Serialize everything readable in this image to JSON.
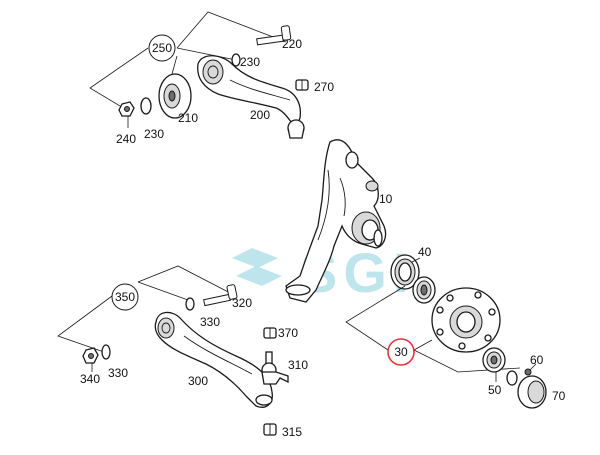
{
  "labels": {
    "p250": "250",
    "p220": "220",
    "p230a": "230",
    "p270": "270",
    "p240": "240",
    "p230b": "230",
    "p210": "210",
    "p200": "200",
    "p10": "10",
    "p40": "40",
    "p350": "350",
    "p320": "320",
    "p330a": "330",
    "p370": "370",
    "p30": "30",
    "p60": "60",
    "p310": "310",
    "p340": "340",
    "p330b": "330",
    "p300": "300",
    "p50": "50",
    "p70": "70",
    "p315": "315"
  },
  "watermark": "SGI",
  "colors": {
    "highlight_circle": "#e0363b",
    "watermark": "#a9dde6",
    "line": "#1a1a1a"
  }
}
